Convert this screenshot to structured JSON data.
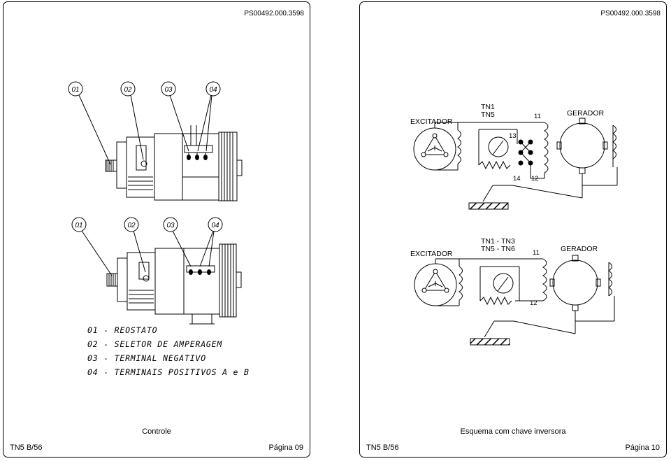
{
  "doc_code": "PS00492.000.3598",
  "left_page": {
    "callouts_top": [
      "01",
      "02",
      "03",
      "04"
    ],
    "callouts_bottom": [
      "01",
      "02",
      "03",
      "04"
    ],
    "legend": [
      "01 - REOSTATO",
      "02 - SELETOR DE AMPERAGEM",
      "03 - TERMINAL NEGATIVO",
      "04 - TERMINAIS POSITIVOS A e B"
    ],
    "caption": "Controle",
    "footer_left": "TN5 B/56",
    "footer_right": "Página 09"
  },
  "right_page": {
    "top_diagram": {
      "exciter": "EXCITADOR",
      "connection_line1": "TN1",
      "connection_line2": "TN5",
      "generator": "GERADOR",
      "terminals": [
        "11",
        "13",
        "14",
        "12"
      ]
    },
    "bottom_diagram": {
      "exciter": "EXCITADOR",
      "connection_line1": "TN1 - TN3",
      "connection_line2": "TN5 - TN6",
      "generator": "GERADOR",
      "terminals": [
        "11",
        "12"
      ]
    },
    "caption": "Esquema com chave inversora",
    "footer_left": "TN5 B/56",
    "footer_right": "Página 10"
  }
}
